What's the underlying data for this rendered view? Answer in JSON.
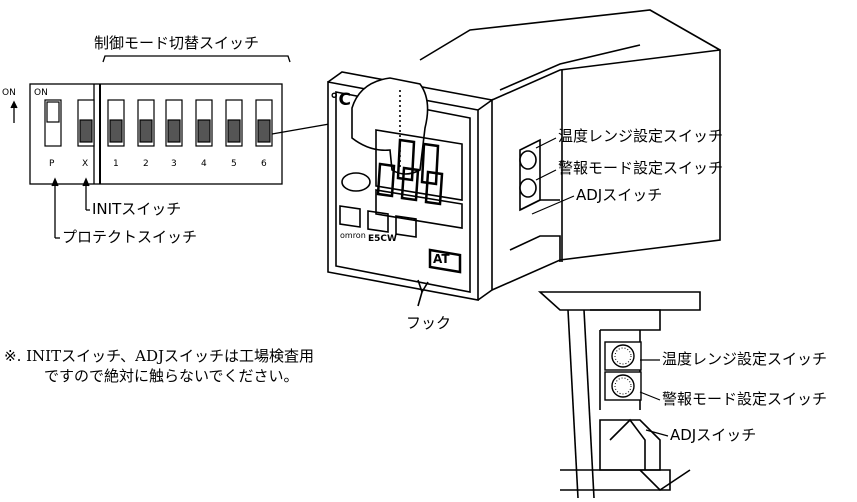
{
  "dip_switch": {
    "title": "制御モード切替スイッチ",
    "on_outer": "ON",
    "on_inner": "ON",
    "left_labels": [
      "P",
      "X"
    ],
    "numbers": [
      "1",
      "2",
      "3",
      "4",
      "5",
      "6"
    ],
    "init_label": "INITスイッチ",
    "protect_label": "プロテクトスイッチ"
  },
  "controller": {
    "unit": "°C",
    "brand": "omron",
    "model": "E5CW",
    "at_label": "AT",
    "hook_label": "フック"
  },
  "side_labels": {
    "temp_range": "温度レンジ設定スイッチ",
    "alarm_mode": "警報モード設定スイッチ",
    "adj": "ADJスイッチ"
  },
  "side_labels_lower": {
    "temp_range": "温度レンジ設定スイッチ",
    "alarm_mode": "警報モード設定スイッチ",
    "adj": "ADJスイッチ"
  },
  "note": {
    "line1": "※. INITスイッチ、ADJスイッチは工場検査用",
    "line2": "ですので絶対に触らないでください。"
  }
}
